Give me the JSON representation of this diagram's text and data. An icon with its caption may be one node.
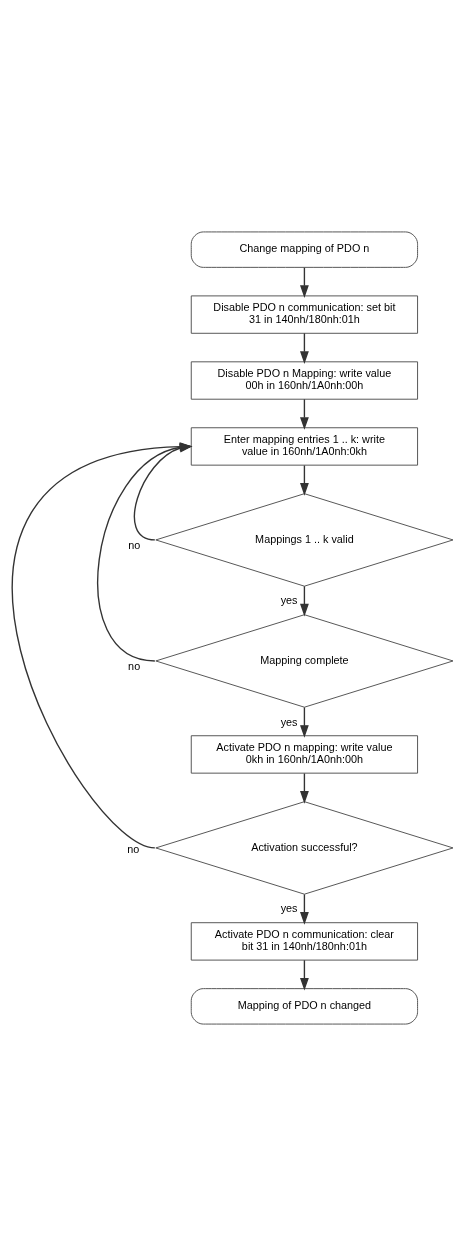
{
  "diagram": {
    "nodes": [
      {
        "text": [
          "Change mapping of PDO n"
        ]
      },
      {
        "text": [
          "Disable PDO n communication: set bit 31 in 140nh/180nh:01h"
        ]
      },
      {
        "text": [
          "Disable PDO n Mapping: write value 00h in 160nh/1A0nh:00h"
        ]
      },
      {
        "text": [
          "Enter mapping entries 1 .. k: write value in 160nh/1A0nh:0kh"
        ]
      },
      {
        "text": [
          "Mappings 1 .. k valid"
        ]
      },
      {
        "text": [
          "Mapping complete"
        ]
      },
      {
        "text": [
          "Activate PDO n mapping: write value 0kh in 160nh/1A0nh:00h"
        ]
      },
      {
        "text": [
          "Activation successful?"
        ]
      },
      {
        "text": [
          "Activate PDO n communication: clear bit 31 in 140nh/180nh:01h"
        ]
      },
      {
        "text": [
          "Mapping of PDO n changed"
        ]
      }
    ],
    "edges": [
      {
        "from": 0,
        "to": 1,
        "arrow": "to"
      },
      {
        "from": 1,
        "to": 2,
        "arrow": "to"
      },
      {
        "from": 2,
        "to": 3,
        "arrow": "to"
      },
      {
        "from": 3,
        "to": 4,
        "arrow": "to"
      },
      {
        "from": 4,
        "to": 5,
        "arrow": "to",
        "label": "yes"
      },
      {
        "from": 5,
        "to": 6,
        "arrow": "to",
        "label": "yes"
      },
      {
        "from": 6,
        "to": 7,
        "arrow": "to"
      },
      {
        "from": 7,
        "to": 8,
        "arrow": "to",
        "label": "yes"
      },
      {
        "from": 8,
        "to": 9,
        "arrow": "to"
      },
      {
        "from": 4,
        "to": 3,
        "arrow": "to",
        "label": "no"
      },
      {
        "from": 5,
        "to": 3,
        "arrow": "to",
        "label": "no"
      },
      {
        "from": 7,
        "to": 3,
        "arrow": "to",
        "label": "no"
      }
    ]
  }
}
